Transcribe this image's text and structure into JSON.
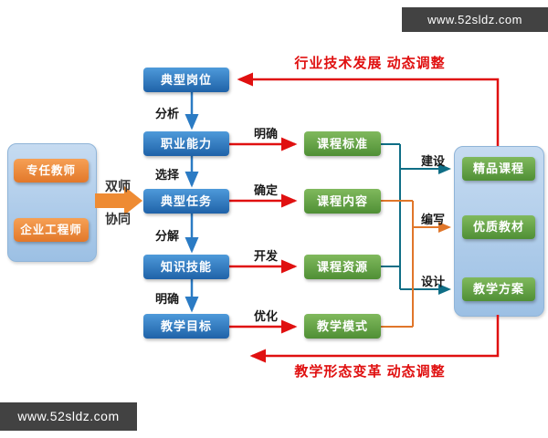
{
  "watermarks": {
    "top": "www.52sldz.com",
    "bottom": "www.52sldz.com"
  },
  "team_panel": {
    "teacher": "专任教师",
    "engineer": "企业工程师"
  },
  "collaboration": {
    "line1": "双师",
    "line2": "协同"
  },
  "chain": {
    "nodes": [
      "典型岗位",
      "职业能力",
      "典型任务",
      "知识技能",
      "教学目标"
    ],
    "steps": [
      "分析",
      "选择",
      "分解",
      "明确"
    ]
  },
  "courses": {
    "nodes": [
      "课程标准",
      "课程内容",
      "课程资源",
      "教学模式"
    ],
    "actions": [
      "明确",
      "确定",
      "开发",
      "优化"
    ]
  },
  "outputs": {
    "nodes": [
      "精品课程",
      "优质教材",
      "教学方案"
    ],
    "actions": [
      "建设",
      "编写",
      "设计"
    ]
  },
  "feedback": {
    "top": "行业技术发展 动态调整",
    "bottom": "教学形态变革 动态调整"
  },
  "colors": {
    "blue_box": "#2b7bc4",
    "green_box": "#67a346",
    "orange": "#ee8b33",
    "panel_blue": "#abc8e8",
    "red": "#e01010",
    "teal_line": "#0f6e86",
    "orange_line": "#e0762a"
  }
}
